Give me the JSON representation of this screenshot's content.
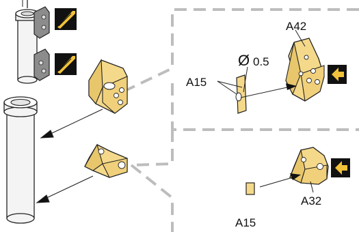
{
  "labels": {
    "part_a42": "A42",
    "part_a15_top": "A15",
    "part_a15_bottom": "A15",
    "part_a32": "A32",
    "diameter_symbol": "Ø",
    "diameter_value": "0.5"
  },
  "icons": {
    "cut_icon": "blade-cut-icon",
    "attach_icon": "attach-arrow-icon"
  },
  "colors": {
    "part_fill": "#f5d98a",
    "part_shadow": "#d9b85a",
    "tube_fill": "#f4f4f4",
    "clamp_fill": "#8c8c8c",
    "icon_bg": "#111111",
    "icon_fg": "#f2c23a",
    "dash": "#bdbdbd"
  }
}
